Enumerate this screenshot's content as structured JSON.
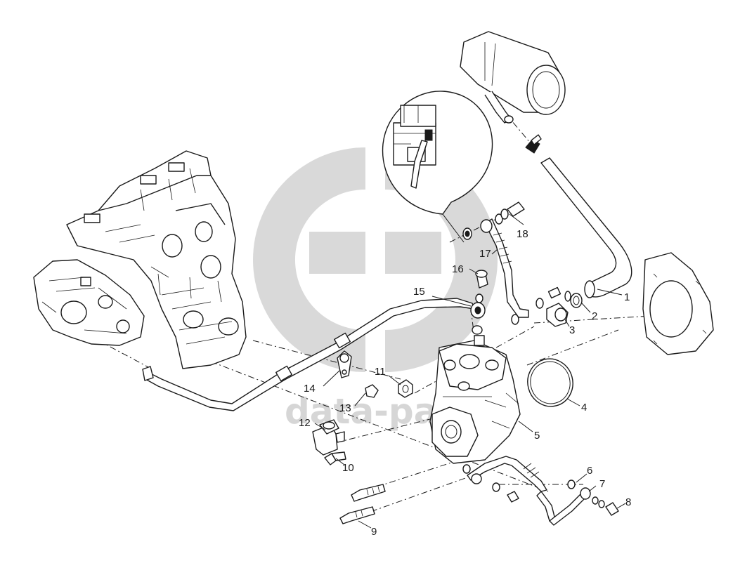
{
  "watermark": {
    "text": "data-parts",
    "color": "#d0d0d0"
  },
  "callouts": [
    {
      "id": "1",
      "label": "1"
    },
    {
      "id": "2",
      "label": "2"
    },
    {
      "id": "3",
      "label": "3"
    },
    {
      "id": "4",
      "label": "4"
    },
    {
      "id": "5",
      "label": "5"
    },
    {
      "id": "6",
      "label": "6"
    },
    {
      "id": "7",
      "label": "7"
    },
    {
      "id": "8",
      "label": "8"
    },
    {
      "id": "9",
      "label": "9"
    },
    {
      "id": "10",
      "label": "10"
    },
    {
      "id": "11",
      "label": "11"
    },
    {
      "id": "12",
      "label": "12"
    },
    {
      "id": "13",
      "label": "13"
    },
    {
      "id": "14",
      "label": "14"
    },
    {
      "id": "15",
      "label": "15"
    },
    {
      "id": "16",
      "label": "16"
    },
    {
      "id": "17",
      "label": "17"
    },
    {
      "id": "18",
      "label": "18"
    }
  ]
}
